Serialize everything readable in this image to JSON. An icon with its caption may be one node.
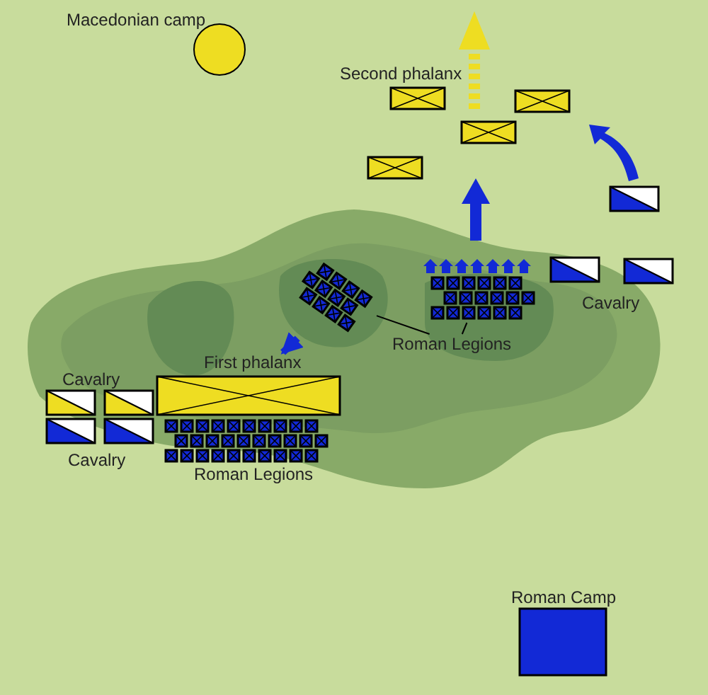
{
  "diagram": {
    "nodes": [
      {
        "text": [
          "Macedonian camp"
        ]
      },
      {
        "text": [],
        "shape": "box"
      },
      {
        "text": [],
        "shape": "box"
      },
      {
        "text": [
          "Roman Legions"
        ]
      },
      {
        "text": [
          "First phalanx"
        ]
      },
      {
        "text": [
          "Roman Camp"
        ]
      }
    ],
    "edges": [
      {
        "from": 3,
        "to": 1,
        "arrow": "none"
      },
      {
        "from": 3,
        "to": 2,
        "arrow": "none"
      },
      {
        "from": 1,
        "to": 4,
        "arrow": "to",
        "style": "thick",
        "color": "#1229d6"
      }
    ],
    "labels": [
      "Second phalanx",
      "Cavalry",
      "Cavalry",
      "Cavalry",
      "Roman Legions"
    ]
  }
}
